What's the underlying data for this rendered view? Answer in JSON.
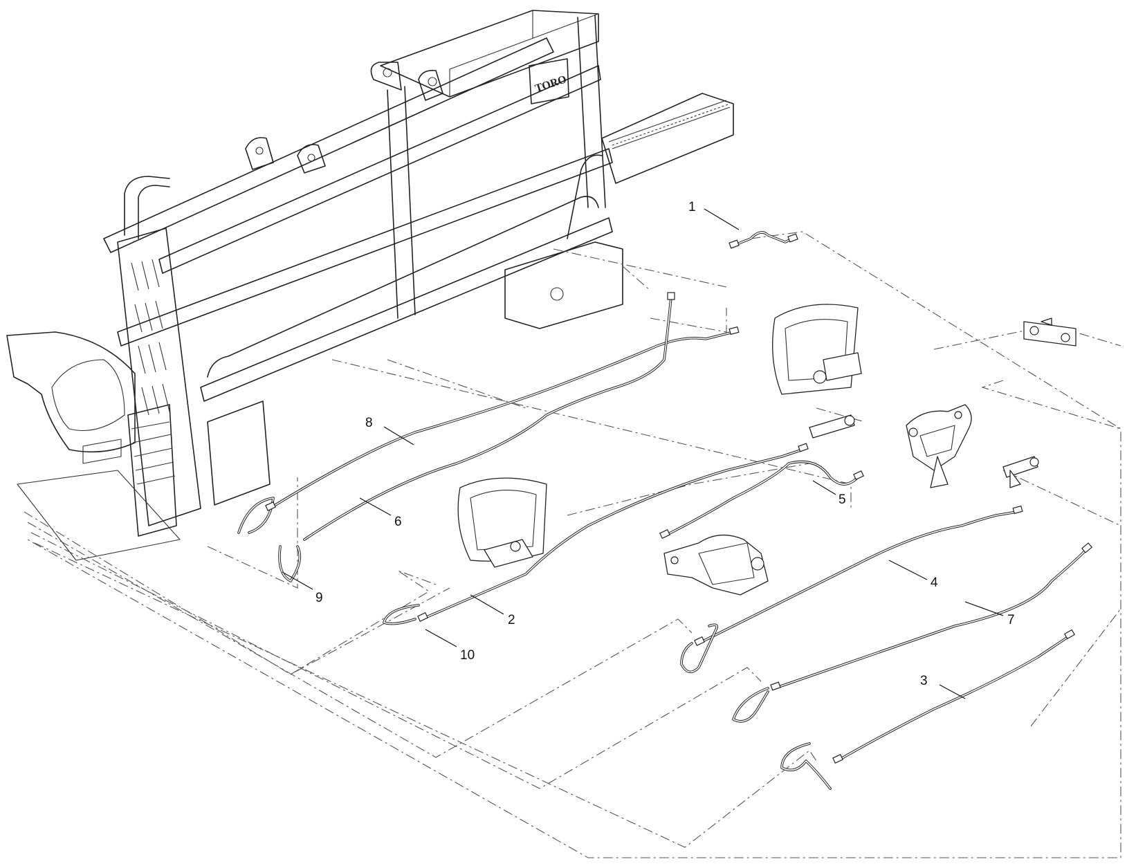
{
  "diagram": {
    "brand_mark": "TORO",
    "callouts": [
      "1",
      "2",
      "3",
      "4",
      "5",
      "6",
      "7",
      "8",
      "9",
      "10"
    ]
  }
}
